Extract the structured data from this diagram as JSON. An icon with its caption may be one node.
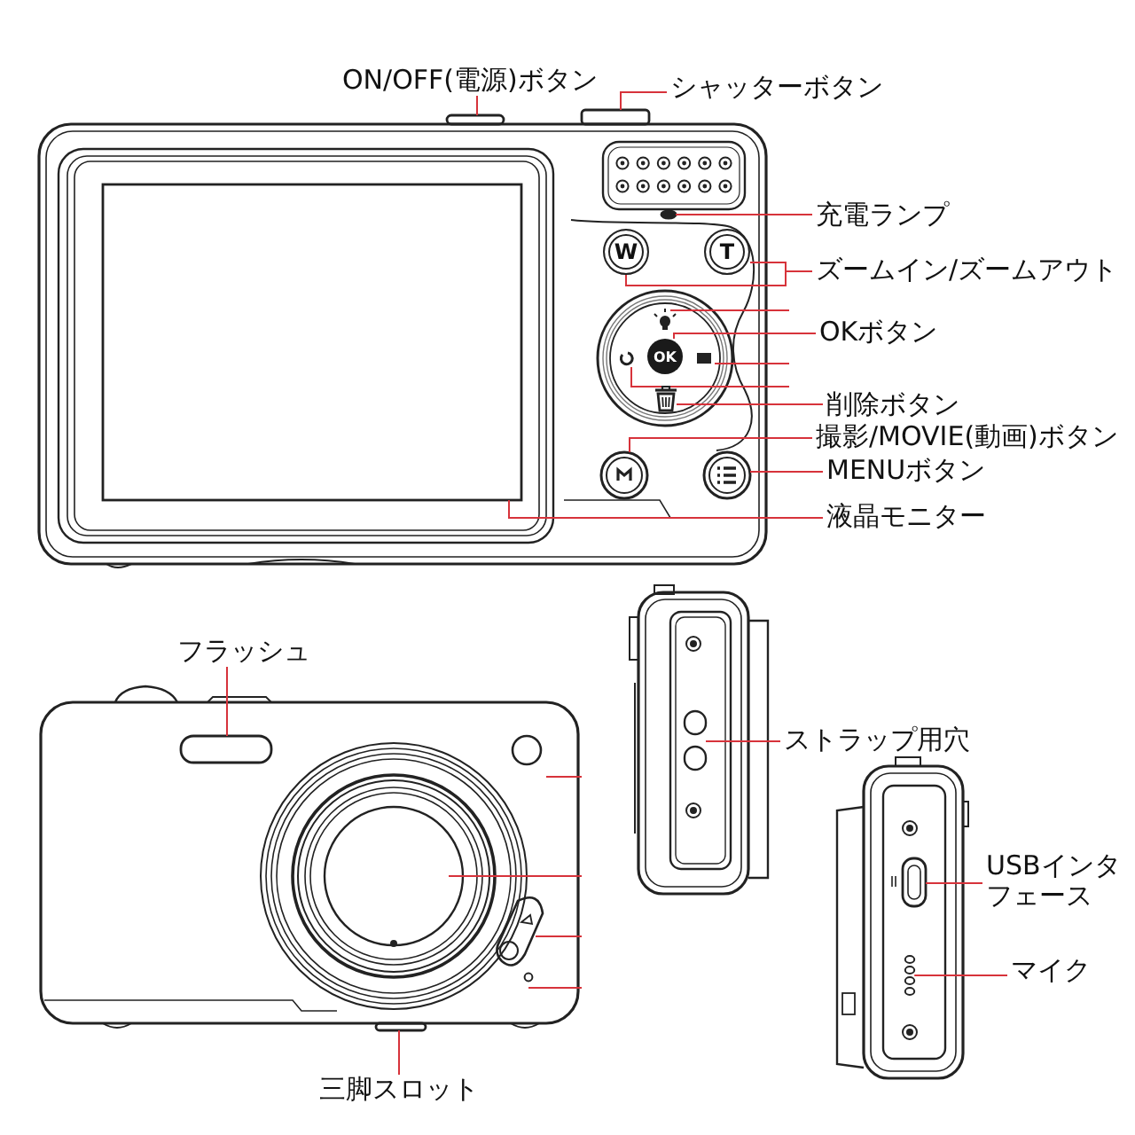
{
  "diagram": {
    "nodes": [
      {
        "text": [
          "ON/OFF(電源)ボタン"
        ]
      },
      {
        "text": [
          "シャッターボタン"
        ]
      },
      {
        "text": [
          "充電ランプ"
        ]
      },
      {
        "text": [
          "W"
        ]
      },
      {
        "text": [
          "T"
        ]
      },
      {
        "text": [
          "ズームイン/ズームアウト"
        ]
      },
      {
        "text": [
          "OKボタン"
        ]
      },
      {
        "text": [
          "OK"
        ]
      },
      {
        "text": [
          "削除ボタン"
        ]
      },
      {
        "text": [
          "撮影/MOVIE(動画)ボタン"
        ]
      },
      {
        "text": [
          "MENUボタン"
        ]
      },
      {
        "text": [
          "液晶モニター"
        ]
      },
      {
        "text": [
          "フラッシュ"
        ]
      },
      {
        "text": [
          "ストラップ用穴"
        ]
      },
      {
        "text": [
          "USBインタフェース"
        ]
      },
      {
        "text": [
          "マイク"
        ]
      },
      {
        "text": [
          "三脚スロット"
        ]
      },
      {
        "text": [],
        "shape": "box"
      },
      {
        "text": [],
        "shape": "box"
      },
      {
        "text": [],
        "shape": "circle"
      },
      {
        "text": [],
        "shape": "picture"
      },
      {
        "text": [],
        "shape": "circle"
      },
      {
        "text": [],
        "shape": "circle"
      },
      {
        "text": [],
        "shape": "box"
      },
      {
        "text": [],
        "shape": "box"
      },
      {
        "text": [],
        "shape": "picture"
      },
      {
        "text": [],
        "shape": "box"
      },
      {
        "text": [],
        "shape": "picture"
      },
      {
        "text": [],
        "shape": "box"
      }
    ],
    "edges": [
      {
        "from": 0,
        "to": 17,
        "arrow": "none"
      },
      {
        "from": 1,
        "to": 18,
        "arrow": "none"
      },
      {
        "from": 2,
        "to": 19,
        "arrow": "none"
      },
      {
        "from": 5,
        "to": 3,
        "arrow": "none"
      },
      {
        "from": 5,
        "to": 4,
        "arrow": "none"
      },
      {
        "from": 6,
        "to": 7,
        "arrow": "none"
      },
      {
        "from": 8,
        "to": 20,
        "arrow": "none"
      },
      {
        "from": 9,
        "to": 21,
        "arrow": "none"
      },
      {
        "from": 10,
        "to": 22,
        "arrow": "none"
      },
      {
        "from": 11,
        "to": 23,
        "arrow": "none"
      },
      {
        "from": 12,
        "to": 24,
        "arrow": "none"
      },
      {
        "from": 13,
        "to": 25,
        "arrow": "none"
      },
      {
        "from": 14,
        "to": 26,
        "arrow": "none"
      },
      {
        "from": 15,
        "to": 27,
        "arrow": "none"
      },
      {
        "from": 16,
        "to": 28,
        "arrow": "none"
      }
    ]
  }
}
